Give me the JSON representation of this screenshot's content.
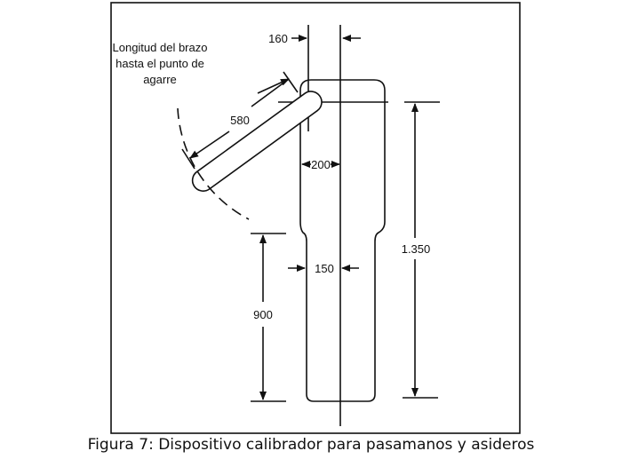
{
  "figure": {
    "caption": "Figura 7: Dispositivo calibrador para pasamanos y asideros",
    "annotation": [
      "Longitud del brazo",
      "hasta el punto de",
      "agarre"
    ],
    "dimensions": {
      "offset": "160",
      "arm_length": "580",
      "upper_width": "200",
      "lower_width": "150",
      "lower_height": "900",
      "total_height": "1.350"
    }
  }
}
